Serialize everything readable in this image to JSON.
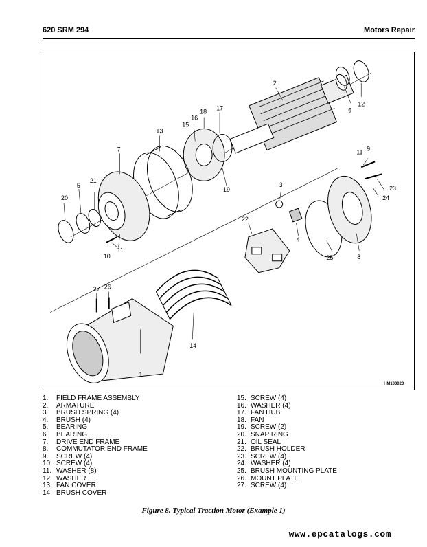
{
  "header": {
    "doc_code": "620 SRM 294",
    "section": "Motors Repair"
  },
  "figure": {
    "id_label": "HM100020",
    "callouts": [
      "1",
      "2",
      "3",
      "4",
      "5",
      "6",
      "7",
      "8",
      "9",
      "10",
      "11",
      "11",
      "12",
      "13",
      "14",
      "15",
      "16",
      "17",
      "18",
      "19",
      "20",
      "21",
      "22",
      "23",
      "24",
      "25",
      "26",
      "27"
    ]
  },
  "legend": {
    "left": [
      {
        "num": "1.",
        "text": "FIELD FRAME ASSEMBLY"
      },
      {
        "num": "2.",
        "text": "ARMATURE"
      },
      {
        "num": "3.",
        "text": "BRUSH SPRING (4)"
      },
      {
        "num": "4.",
        "text": "BRUSH (4)"
      },
      {
        "num": "5.",
        "text": "BEARING"
      },
      {
        "num": "6.",
        "text": "BEARING"
      },
      {
        "num": "7.",
        "text": "DRIVE END FRAME"
      },
      {
        "num": "8.",
        "text": "COMMUTATOR END FRAME"
      },
      {
        "num": "9.",
        "text": "SCREW (4)"
      },
      {
        "num": "10.",
        "text": "SCREW (4)"
      },
      {
        "num": "11.",
        "text": "WASHER (8)"
      },
      {
        "num": "12.",
        "text": "WASHER"
      },
      {
        "num": "13.",
        "text": "FAN COVER"
      },
      {
        "num": "14.",
        "text": "BRUSH COVER"
      }
    ],
    "right": [
      {
        "num": "15.",
        "text": "SCREW (4)"
      },
      {
        "num": "16.",
        "text": "WASHER (4)"
      },
      {
        "num": "17.",
        "text": "FAN HUB"
      },
      {
        "num": "18.",
        "text": "FAN"
      },
      {
        "num": "19.",
        "text": "SCREW (2)"
      },
      {
        "num": "20.",
        "text": "SNAP RING"
      },
      {
        "num": "21.",
        "text": "OIL SEAL"
      },
      {
        "num": "22.",
        "text": "BRUSH HOLDER"
      },
      {
        "num": "23.",
        "text": "SCREW (4)"
      },
      {
        "num": "24.",
        "text": "WASHER (4)"
      },
      {
        "num": "25.",
        "text": "BRUSH MOUNTING PLATE"
      },
      {
        "num": "26.",
        "text": "MOUNT PLATE"
      },
      {
        "num": "27.",
        "text": "SCREW (4)"
      }
    ]
  },
  "caption": "Figure 8. Typical Traction Motor (Example 1)",
  "watermark": "www.epcatalogs.com"
}
